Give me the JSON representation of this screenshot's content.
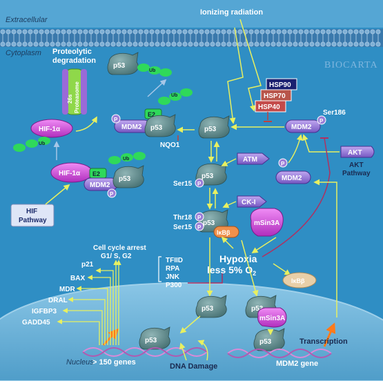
{
  "regions": {
    "extracellular": "Extracellular",
    "cytoplasm": "Cytoplasm",
    "nucleus": "Nucleus"
  },
  "logo": "BIOCARTA",
  "stimuli": {
    "ionizing_radiation": "Ionizing radiation",
    "dna_damage": "DNA Damage",
    "hypoxia_line1": "Hypoxia",
    "hypoxia_line2": "less 5% O",
    "hypoxia_sub": "2"
  },
  "degradation": {
    "label_line1": "Proteolytic",
    "label_line2": "degradation",
    "proteasome_line1": "26s",
    "proteasome_line2": "Proteasome",
    "ub": "Ub"
  },
  "proteins": {
    "p53": "p53",
    "mdm2": "MDM2",
    "hif1a": "HIF-1",
    "alpha": "α",
    "e2": "E2",
    "hsp90": "HSP90",
    "hsp70": "HSP70",
    "hsp40": "HSP40",
    "atm": "ATM",
    "ckI": "CK-I",
    "akt": "AKT",
    "nqo1": "NQO1",
    "msin3a": "mSin3A",
    "ikb": "IκBβ",
    "p": "P"
  },
  "sites": {
    "ser186": "Ser186",
    "ser15": "Ser15",
    "thr18": "Thr18"
  },
  "pathways": {
    "akt_line1": "AKT",
    "akt_line2": "Pathway",
    "hif_line1": "HIF",
    "hif_line2": "Pathway"
  },
  "cofactors": [
    "TFIID",
    "RPA",
    "JNK",
    "P300"
  ],
  "targets": {
    "header_line1": "Cell cycle arrest",
    "header_line2": "G1/ S, G2",
    "genes": [
      "p21",
      "BAX",
      "MDR",
      "DRAL",
      "IGFBP3",
      "GADD45"
    ],
    "gene_count": "> 150 genes",
    "mdm2_gene": "MDM2 gene",
    "transcription": "Transcription"
  },
  "colors": {
    "bg": "#2f8ec4",
    "nucleus": "#6fb4d8",
    "arrow": "#e8f060",
    "p53": "#5f8a8c",
    "mdm2": "#9b7fd8",
    "hif": "#d94ee0",
    "ub": "#2fd95a",
    "label": "#ffffff"
  }
}
